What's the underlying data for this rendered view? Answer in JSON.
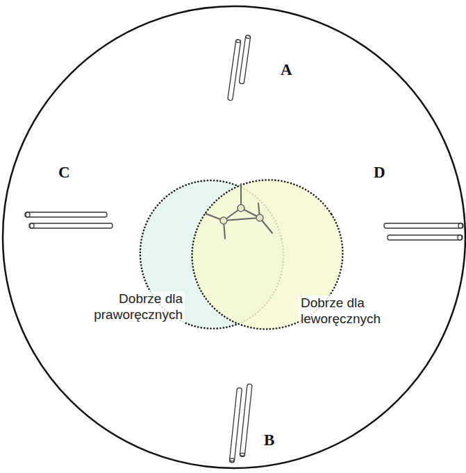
{
  "diagram": {
    "nodes": [
      {
        "text": [
          "Dobrze dla praworęcznych"
        ]
      },
      {
        "text": [
          "Dobrze dla leworęcznych"
        ]
      }
    ],
    "labels": [
      "A",
      "C",
      "D",
      "B"
    ]
  }
}
